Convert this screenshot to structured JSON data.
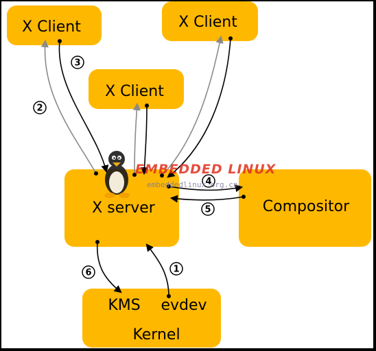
{
  "colors": {
    "frame": "#000000",
    "background": "#ffffff",
    "box_fill": "#ffb800",
    "arrow_dark": "#000000",
    "arrow_gray": "#8a8a8a",
    "watermark_red": "#e0301e"
  },
  "boxes": {
    "x_client_1": "X Client",
    "x_client_2": "X Client",
    "x_client_3": "X Client",
    "x_server": "X server",
    "compositor": "Compositor",
    "kernel_kms": "KMS",
    "kernel_evdev": "evdev",
    "kernel": "Kernel"
  },
  "steps": {
    "s1": "1",
    "s2": "2",
    "s3": "3",
    "s4": "4",
    "s5": "5",
    "s6": "6"
  },
  "watermark": {
    "title": "EMBEDDED LINUX",
    "subtitle": "embeddedlinux.org.cn",
    "logo_icon": "tux-penguin-icon"
  }
}
